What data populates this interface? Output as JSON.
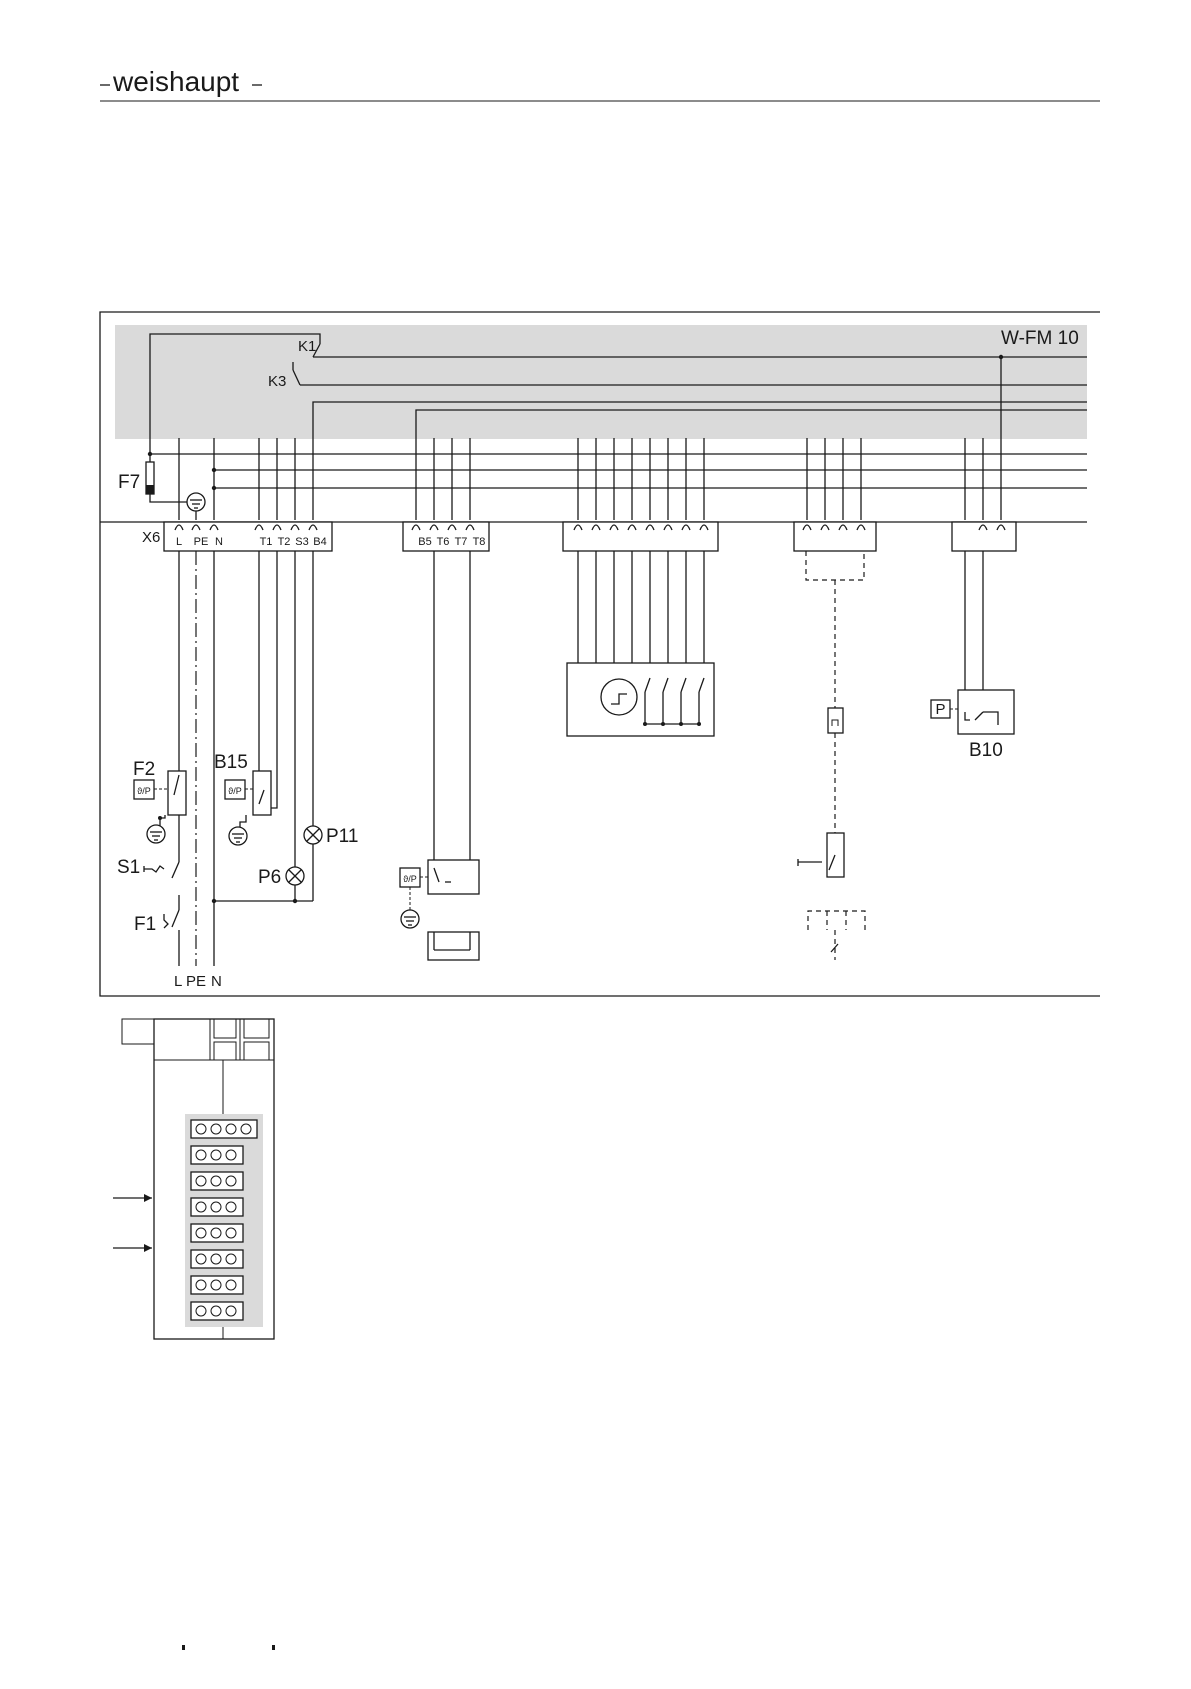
{
  "header": {
    "brand": "weishaupt"
  },
  "diagram": {
    "module_title": "W-FM 10",
    "relays": {
      "k1": "K1",
      "k3": "K3"
    },
    "fuse_top": "F7",
    "terminal_block": {
      "name": "X6",
      "group1": [
        "L",
        "PE",
        "N",
        "T1",
        "T2",
        "S3",
        "B4"
      ],
      "group2": [
        "B5",
        "T6",
        "T7",
        "T8"
      ]
    },
    "components": {
      "f2": "F2",
      "b15": "B15",
      "p11": "P11",
      "p6": "P6",
      "s1": "S1",
      "f1": "F1",
      "b10": "B10",
      "pressure_p": "P"
    },
    "mains": {
      "l": "L",
      "pe": "PE",
      "n": "N"
    },
    "thermostat_glyph": "ϑ/P"
  }
}
